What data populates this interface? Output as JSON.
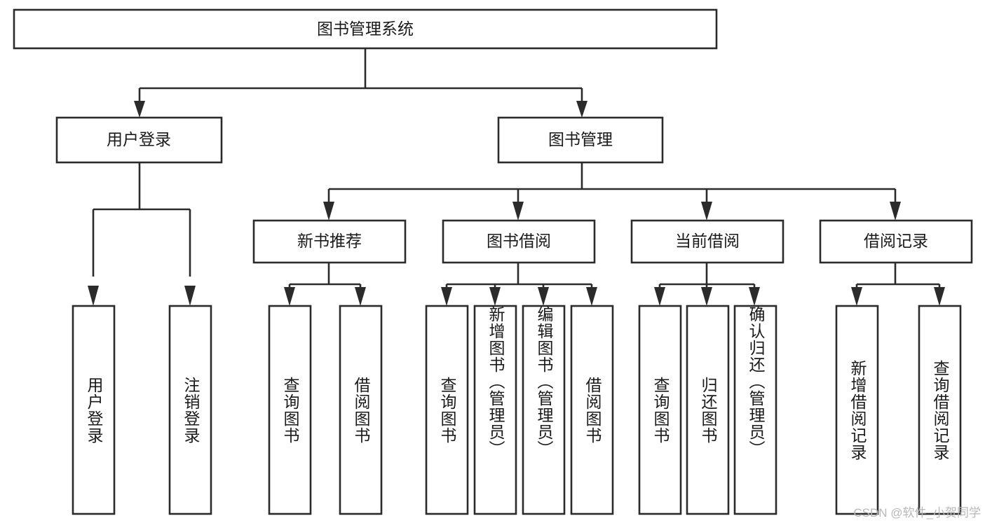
{
  "diagram": {
    "title": "图书管理系统",
    "watermark": "CSDN @软件_小贺同学",
    "root": {
      "label": "图书管理系统"
    },
    "level2": [
      {
        "label": "用户登录"
      },
      {
        "label": "图书管理"
      }
    ],
    "level3": [
      {
        "label": "新书推荐"
      },
      {
        "label": "图书借阅"
      },
      {
        "label": "当前借阅"
      },
      {
        "label": "借阅记录"
      }
    ],
    "leaves": [
      {
        "label": "用户登录",
        "parent": "用户登录"
      },
      {
        "label": "注销登录",
        "parent": "用户登录"
      },
      {
        "label": "查询图书",
        "parent": "新书推荐"
      },
      {
        "label": "借阅图书",
        "parent": "新书推荐"
      },
      {
        "label": "查询图书",
        "parent": "图书借阅"
      },
      {
        "label": "新增图书（管理员）",
        "parent": "图书借阅"
      },
      {
        "label": "编辑图书（管理员）",
        "parent": "图书借阅"
      },
      {
        "label": "借阅图书",
        "parent": "图书借阅"
      },
      {
        "label": "查询图书",
        "parent": "当前借阅"
      },
      {
        "label": "归还图书",
        "parent": "当前借阅"
      },
      {
        "label": "确认归还（管理员）",
        "parent": "当前借阅"
      },
      {
        "label": "新增借阅记录",
        "parent": "借阅记录"
      },
      {
        "label": "查询借阅记录",
        "parent": "借阅记录"
      }
    ],
    "colors": {
      "stroke": "#2b2b2b",
      "fill": "#ffffff",
      "text": "#1a1a1a",
      "watermark": "#b8b8b8"
    }
  }
}
